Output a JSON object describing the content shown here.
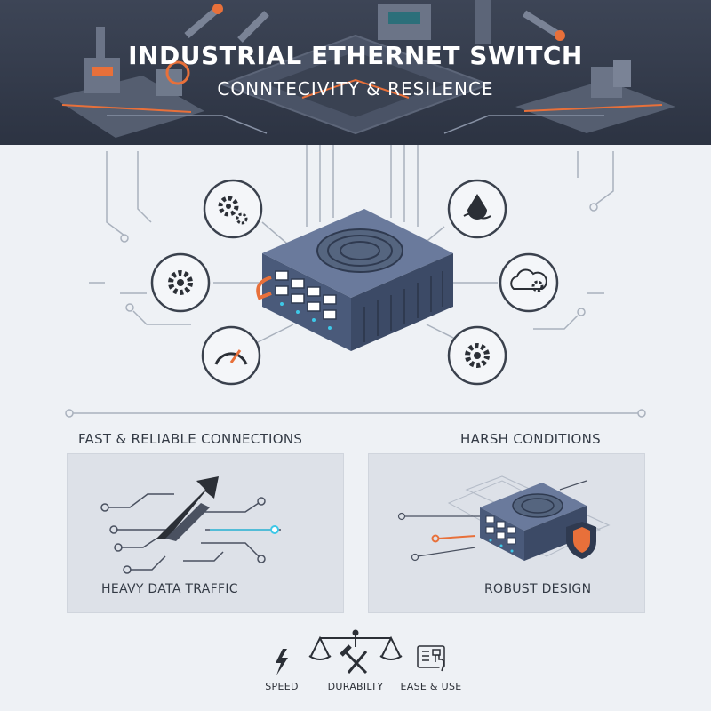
{
  "header": {
    "title": "INDUSTRIAL ETHERNET SWITCH",
    "subtitle": "CONNTECIVITY & RESILENCE"
  },
  "sections": [
    {
      "heading": "FAST & RELIABLE CONNECTIONS",
      "panel_label": "HEAVY DATA TRAFFIC"
    },
    {
      "heading": "HARSH CONDITIONS",
      "panel_label": "ROBUST DESIGN"
    }
  ],
  "features": [
    {
      "label": "SPEED",
      "icon": "lightning-icon"
    },
    {
      "label": "DURABILTY",
      "icon": "scale-hammer-icon"
    },
    {
      "label": "EASE & USE",
      "icon": "touch-panel-icon"
    }
  ],
  "hub_icons": [
    "gears-icon",
    "gear-icon",
    "speedometer-icon",
    "water-drop-icon",
    "cloud-gear-icon",
    "gear-icon"
  ],
  "colors": {
    "header_bg": "#2f3645",
    "accent_orange": "#e8703a",
    "accent_cyan": "#3ec8e8",
    "device_blue": "#4a5a7a",
    "line_gray": "#a9b1bd"
  }
}
